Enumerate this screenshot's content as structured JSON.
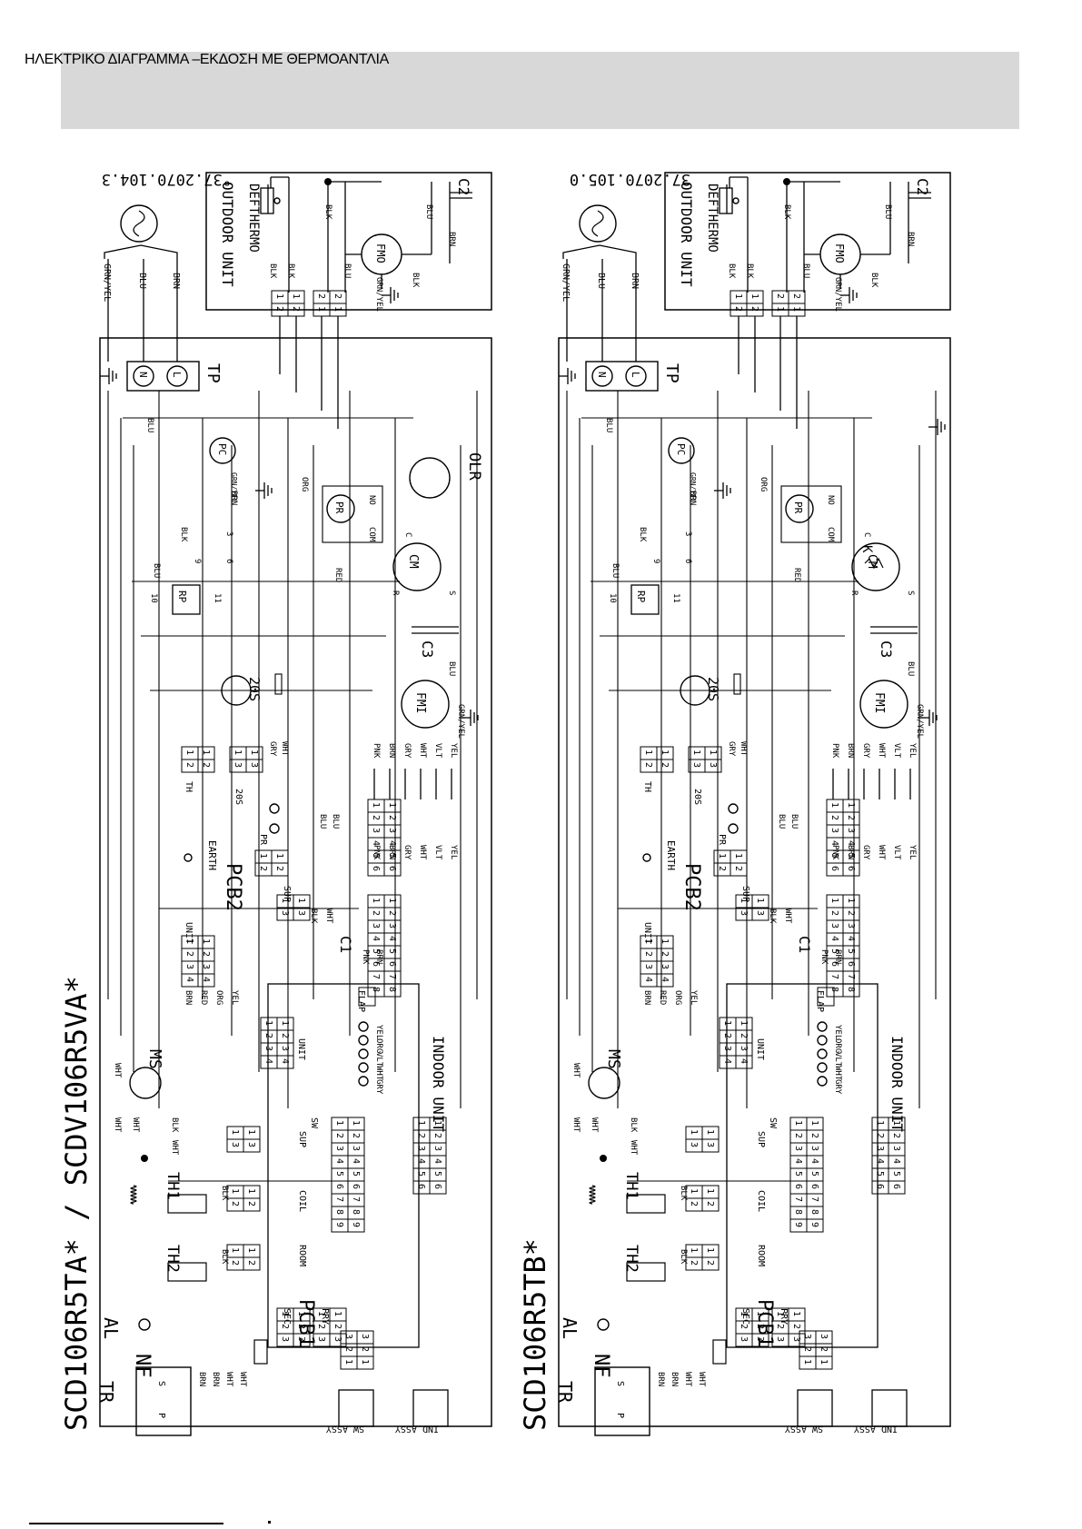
{
  "header": {
    "title": "ΗΛΕΚΤΡΙΚΟ ΔΙΑΓΡΑΜΜΑ –ΕΚΔΟΣΗ ΜΕ ΘΕΡΜΟΑΝΤΛΙΑ"
  },
  "diagrams": [
    {
      "model": "SCD106R5TA* / SCDV106R5VA*",
      "code": "°37.2070.104.3",
      "compressor_note": "OLR"
    },
    {
      "model": "SCD106R5TB*",
      "code": "37.2070.105.0",
      "compressor_note": "K"
    }
  ],
  "labels": {
    "outdoor_unit": "OUTDOOR UNIT",
    "indoor_unit": "INDOOR UNIT",
    "def_thermo": "DEFTHERMO",
    "tp": "TP",
    "pcb1": "PCB1",
    "pcb2": "PCB2",
    "earth": "EARTH",
    "c1": "C1",
    "c2": "C2",
    "c3": "C3",
    "fmo": "FMO",
    "fmi": "FMI",
    "cm": "CM",
    "pr": "PR",
    "pc": "PC",
    "rp": "RP",
    "ms": "MS",
    "tr": "TR",
    "al": "AL",
    "nf": "NF",
    "th1": "TH1",
    "th2": "TH2",
    "valve_20s": "20S",
    "sw_assy": "SW ASSY",
    "ind_assy": "IND ASSY",
    "unit": "UNIT",
    "sup": "SUP",
    "coil": "COIL",
    "room": "ROOM",
    "sec": "SEC",
    "pry": "PRY",
    "sw": "SW",
    "flap": "FLAP",
    "th": "TH",
    "com": "COM",
    "no": "NO"
  },
  "wire_colors": {
    "grn_yel": "GRN/YEL",
    "blu": "BLU",
    "brn": "BRN",
    "blk": "BLK",
    "wht": "WHT",
    "red": "RED",
    "org": "ORG",
    "yel": "YEL",
    "gry": "GRY",
    "pnk": "PNK",
    "vlt": "VLT"
  }
}
